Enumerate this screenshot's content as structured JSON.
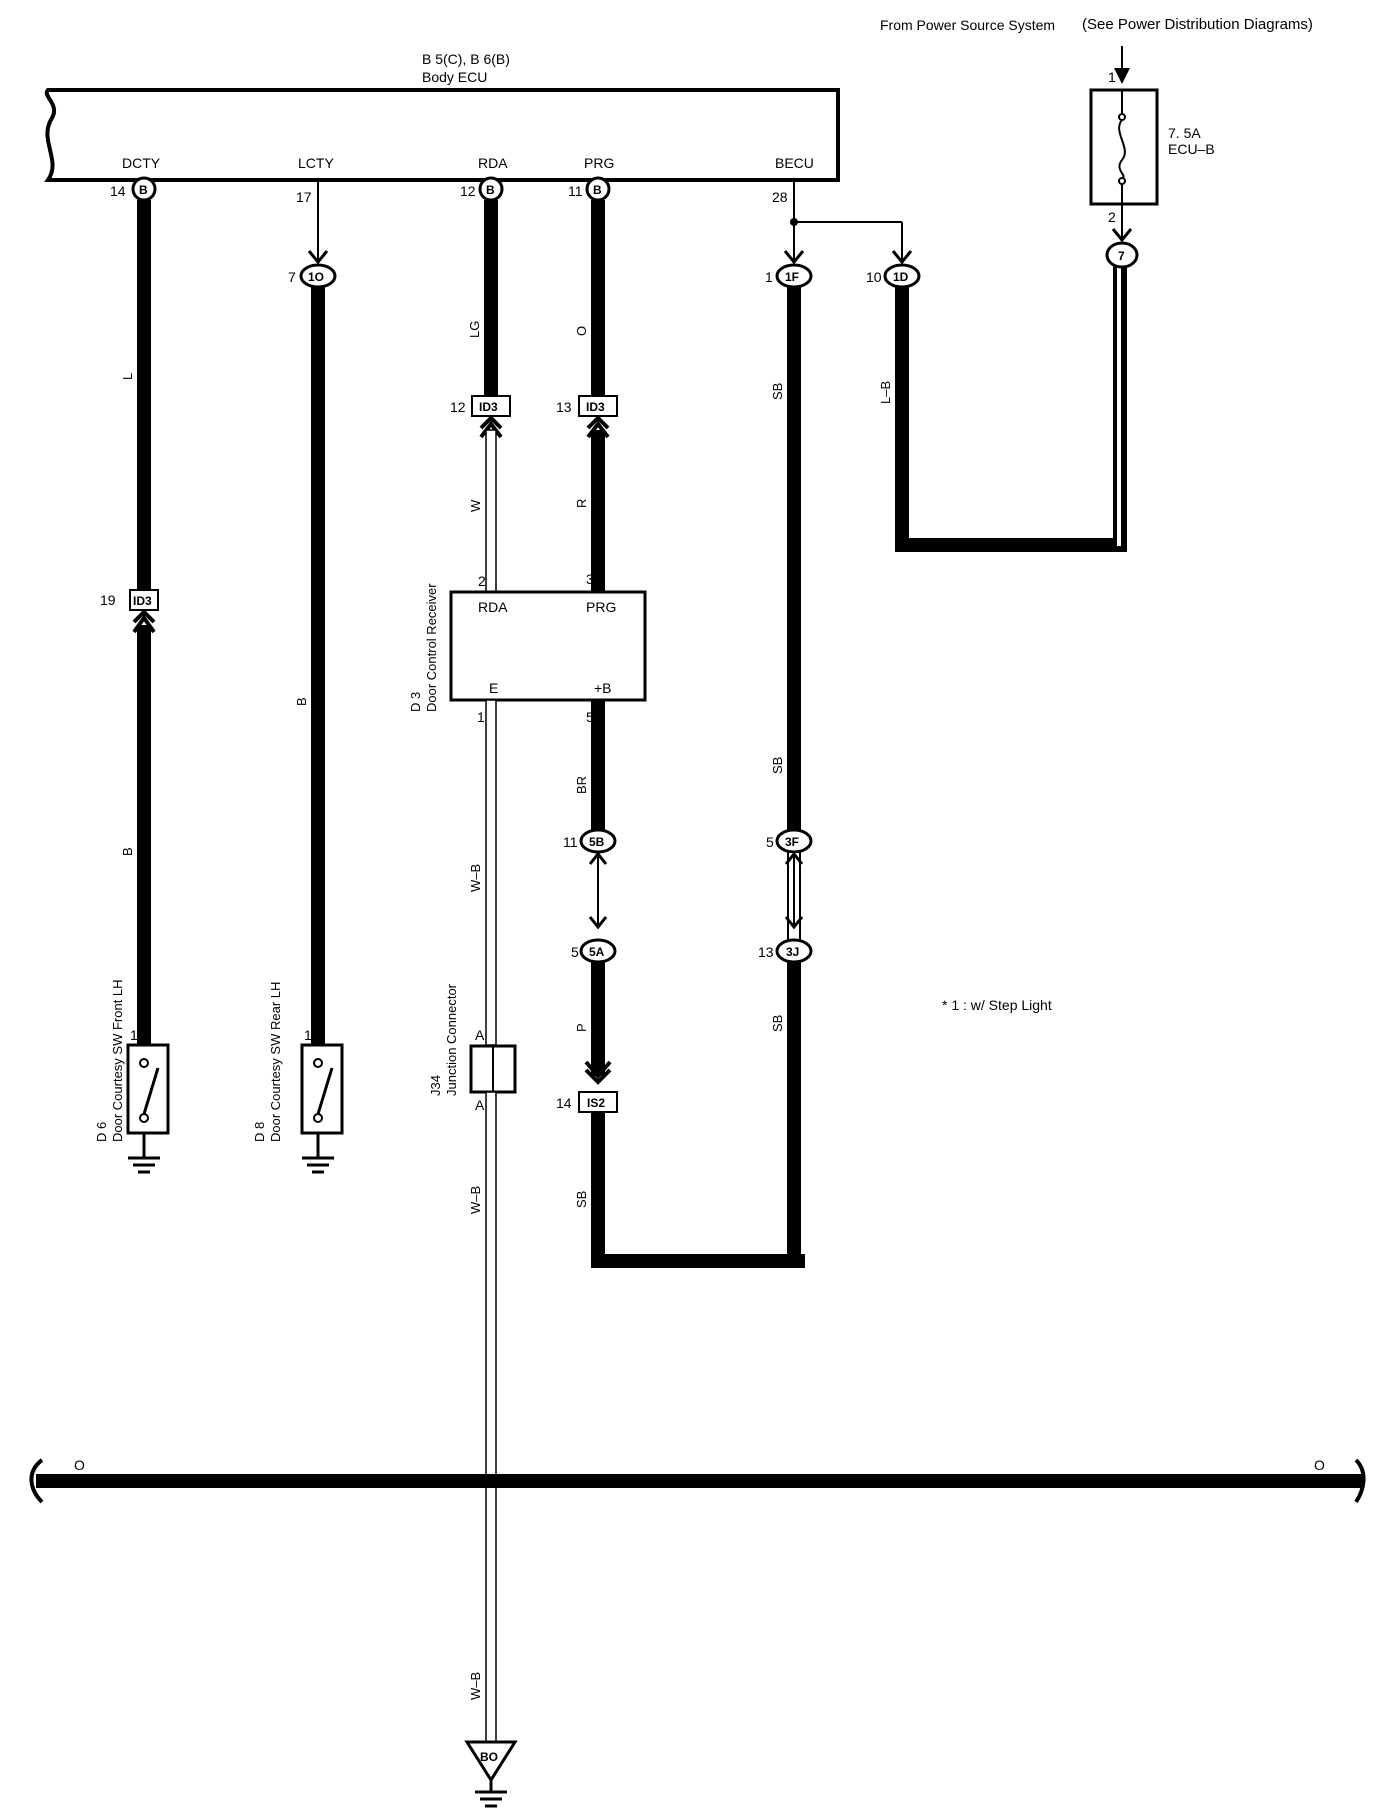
{
  "power_source": {
    "from_text": "From Power Source System",
    "see_text": "(See Power Distribution Diagrams)"
  },
  "ecu": {
    "id": "B 5(C), B 6(B)",
    "name": "Body ECU",
    "terminals": [
      "DCTY",
      "LCTY",
      "RDA",
      "PRG",
      "BECU"
    ],
    "pins": [
      "14",
      "17",
      "12",
      "11",
      "28"
    ],
    "connector_code": "B"
  },
  "fuse": {
    "rating": "7. 5A",
    "name": "ECU–B",
    "pin_top": "1",
    "pin_bottom": "2",
    "junction": "7"
  },
  "connectors": {
    "c1O": {
      "pin": "7",
      "code": "1O"
    },
    "c1F": {
      "pin": "1",
      "code": "1F"
    },
    "c1D": {
      "pin": "10",
      "code": "1D"
    },
    "id3_rda": {
      "pin": "12",
      "code": "ID3"
    },
    "id3_prg": {
      "pin": "13",
      "code": "ID3"
    },
    "id3_dcty": {
      "pin": "19",
      "code": "ID3"
    },
    "c5B": {
      "pin": "11",
      "code": "5B"
    },
    "c3F": {
      "pin": "5",
      "code": "3F"
    },
    "c5A": {
      "pin": "5",
      "code": "5A"
    },
    "c3J": {
      "pin": "13",
      "code": "3J"
    },
    "is2": {
      "pin": "14",
      "code": "IS2"
    }
  },
  "wire_colors": {
    "dcty_top": "L",
    "dcty_bottom": "B",
    "lcty": "B",
    "rda_top": "LG",
    "rda_mid": "W",
    "rda_bottom1": "W–B",
    "rda_bottom2": "W–B",
    "rda_bottom3": "W–B",
    "prg_top": "O",
    "prg_mid": "R",
    "prg_bottom": "BR",
    "prg_p": "P",
    "prg_sb": "SB",
    "becu_top": "SB",
    "becu_mid": "SB",
    "becu_bottom": "SB",
    "lb": "L–B"
  },
  "receiver": {
    "id": "D 3",
    "name": "Door Control Receiver",
    "t_rda": "RDA",
    "t_prg": "PRG",
    "t_e": "E",
    "t_b": "+B",
    "pin_rda": "2",
    "pin_prg": "3",
    "pin_e": "1",
    "pin_b": "5"
  },
  "junction_connector": {
    "id": "J34",
    "name": "Junction Connector",
    "pin_top": "A",
    "pin_bottom": "A"
  },
  "switches": [
    {
      "id": "D 6",
      "name": "Door Courtesy SW Front LH",
      "pin": "1"
    },
    {
      "id": "D 8",
      "name": "Door Courtesy SW Rear LH",
      "pin": "1"
    }
  ],
  "note": "* 1 : w/ Step Light",
  "ground_point": "BO",
  "bus_markers": [
    "O",
    "O"
  ]
}
